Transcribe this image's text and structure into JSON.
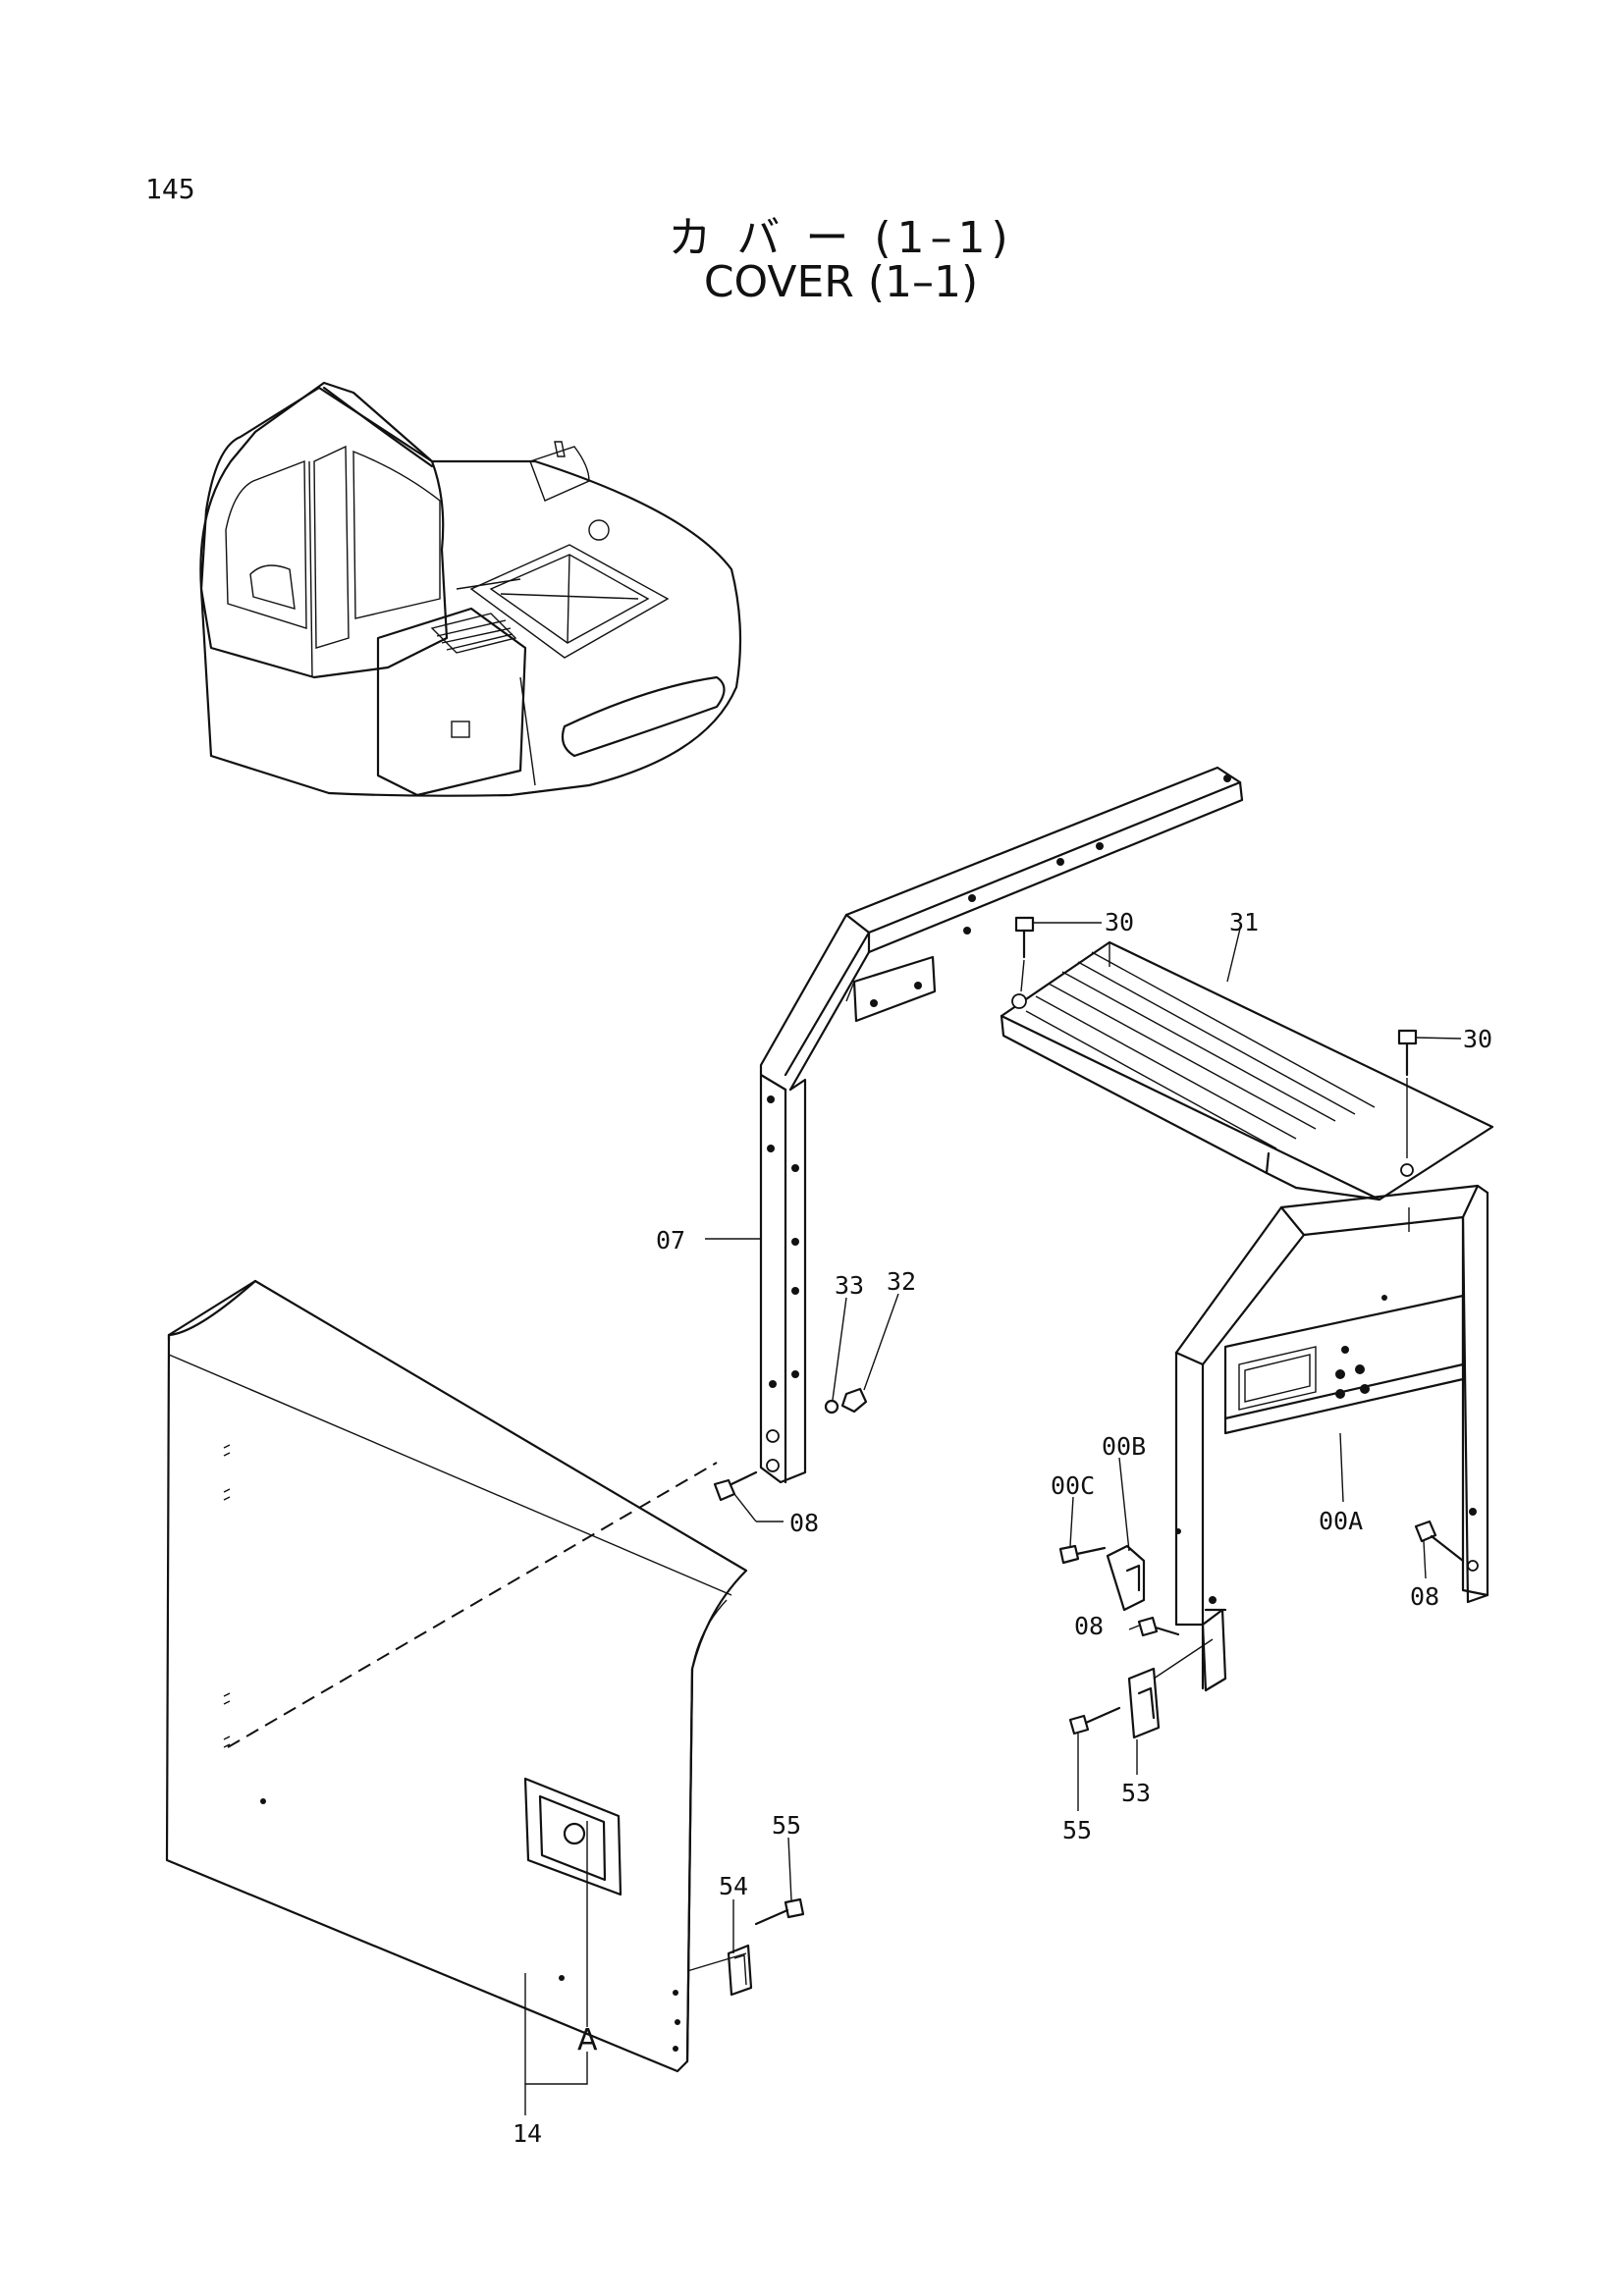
{
  "page": {
    "number": "145"
  },
  "title": {
    "japanese": "カ バ ー (1–1)",
    "english": "COVER (1–1)"
  },
  "callouts": {
    "c30a": "30",
    "c31": "31",
    "c30b": "30",
    "c07": "07",
    "c33": "33",
    "c32": "32",
    "c08a": "08",
    "c00B": "00B",
    "c00C": "00C",
    "c00A": "00A",
    "c08b": "08",
    "c08c": "08",
    "c53": "53",
    "c55a": "55",
    "c54": "54",
    "c55b": "55",
    "cA": "A",
    "c14": "14"
  }
}
